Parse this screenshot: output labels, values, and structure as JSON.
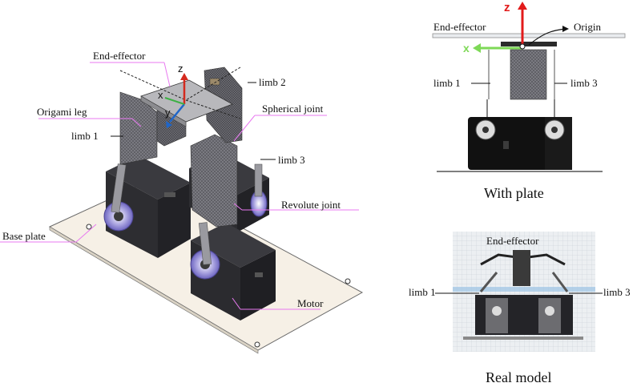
{
  "left_figure": {
    "labels": {
      "end_effector": "End-effector",
      "limb2": "limb 2",
      "origami_leg": "Origami leg",
      "spherical_joint": "Spherical joint",
      "limb1": "limb 1",
      "limb3": "limb 3",
      "revolute_joint": "Revolute joint",
      "base_plate": "Base plate",
      "motor": "Motor",
      "axis_z": "z",
      "axis_y": "y",
      "axis_x": "x"
    },
    "colors": {
      "leader_line": "#e879f0",
      "plate": "#f6f0e6",
      "motor": "#2f2f33",
      "accent_axis_z": "#d42a1e",
      "accent_axis_y": "#1f66c9",
      "accent_axis_x": "#3cb043"
    }
  },
  "top_right_figure": {
    "labels": {
      "end_effector": "End-effector",
      "origin": "Origin",
      "limb1": "limb 1",
      "limb3": "limb 3",
      "axis_z": "z",
      "axis_x": "x"
    },
    "caption": "With plate",
    "colors": {
      "axis_z": "#e21b1b",
      "axis_x": "#7ed957"
    }
  },
  "bottom_right_figure": {
    "labels": {
      "end_effector": "End-effector",
      "limb1": "limb 1",
      "limb3": "limb 3"
    },
    "caption": "Real model"
  }
}
